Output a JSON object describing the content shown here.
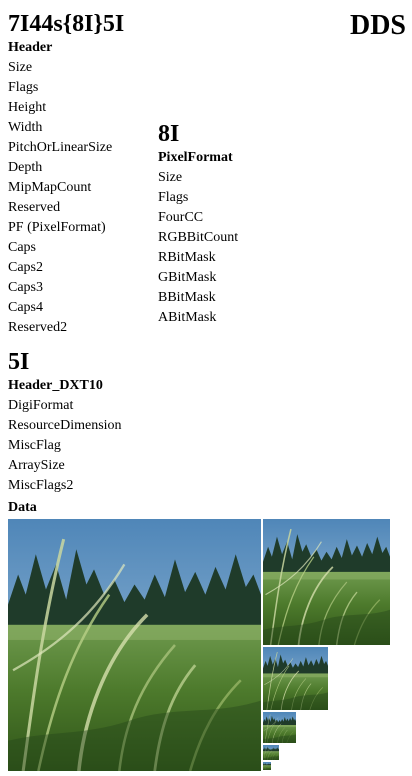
{
  "format_title": "DDS",
  "header": {
    "signature": "7I44s{8I}5I",
    "name": "Header",
    "fields": [
      "Size",
      "Flags",
      "Height",
      "Width",
      "PitchOrLinearSize",
      "Depth",
      "MipMapCount",
      "Reserved",
      "PF (PixelFormat)",
      "Caps",
      "Caps2",
      "Caps3",
      "Caps4",
      "Reserved2"
    ]
  },
  "pixel_format": {
    "signature": "8I",
    "name": "PixelFormat",
    "fields": [
      "Size",
      "Flags",
      "FourCC",
      "RGBBitCount",
      "RBitMask",
      "GBitMask",
      "BBitMask",
      "ABitMask"
    ]
  },
  "header_dxt10": {
    "signature": "5I",
    "name": "Header_DXT10",
    "fields": [
      "DigiFormat",
      "ResourceDimension",
      "MiscFlag",
      "ArraySize",
      "MiscFlags2"
    ]
  },
  "data": {
    "label": "Data",
    "image_subject": "grass-meadow-photo",
    "mip_levels": 6
  }
}
